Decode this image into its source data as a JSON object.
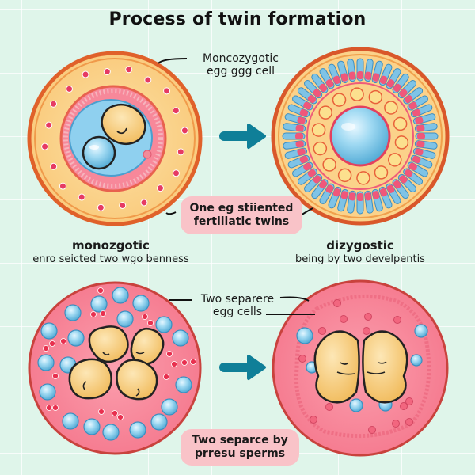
{
  "title": "Process of twin formation",
  "labels": {
    "monozygotic_egg": {
      "line1": "Moncozygotic",
      "line2": "egg ggg cell"
    },
    "one_egg_bubble": {
      "line1": "One eg stiiented",
      "line2": "fertillatic twins"
    },
    "monozygotic": {
      "heading": "monozgotic",
      "caption": "enro seicted two wgo benness"
    },
    "dizygotic": {
      "heading": "dizygostic",
      "caption": "being by two develpentis"
    },
    "two_egg_cells": {
      "line1": "Two separere",
      "line2": "egg cells"
    },
    "two_sperm_bubble": {
      "line1": "Two separce by",
      "line2": "prresu sperms"
    }
  },
  "panels": [
    {
      "id": "monozygotic-egg-cell",
      "description": "egg cell with two embryos (one yolk-like, one blue) inside",
      "position": "top-left"
    },
    {
      "id": "monozygotic-split-cell",
      "description": "cell with blue nucleus surrounded by ring of villi",
      "position": "top-right"
    },
    {
      "id": "dizygotic-four-cells",
      "description": "pink cell with four embryo cells and blue bubbles",
      "position": "bottom-left"
    },
    {
      "id": "dizygotic-two-embryos",
      "description": "pink cell with two embryo cells side by side",
      "position": "bottom-right"
    }
  ],
  "arrows": [
    {
      "from": "top-left",
      "to": "top-right"
    },
    {
      "from": "bottom-left",
      "to": "bottom-right"
    }
  ],
  "colors": {
    "background": "#dff5ea",
    "arrow": "#0f7f98",
    "outer_ring": "#e2612b",
    "cytoplasm": "#fbd48a",
    "pink_cell": "#f7899a",
    "blue_nucleus": "#8fd1ee",
    "embryo": "#f7cf7f",
    "bubble": "#f9c3c8"
  }
}
